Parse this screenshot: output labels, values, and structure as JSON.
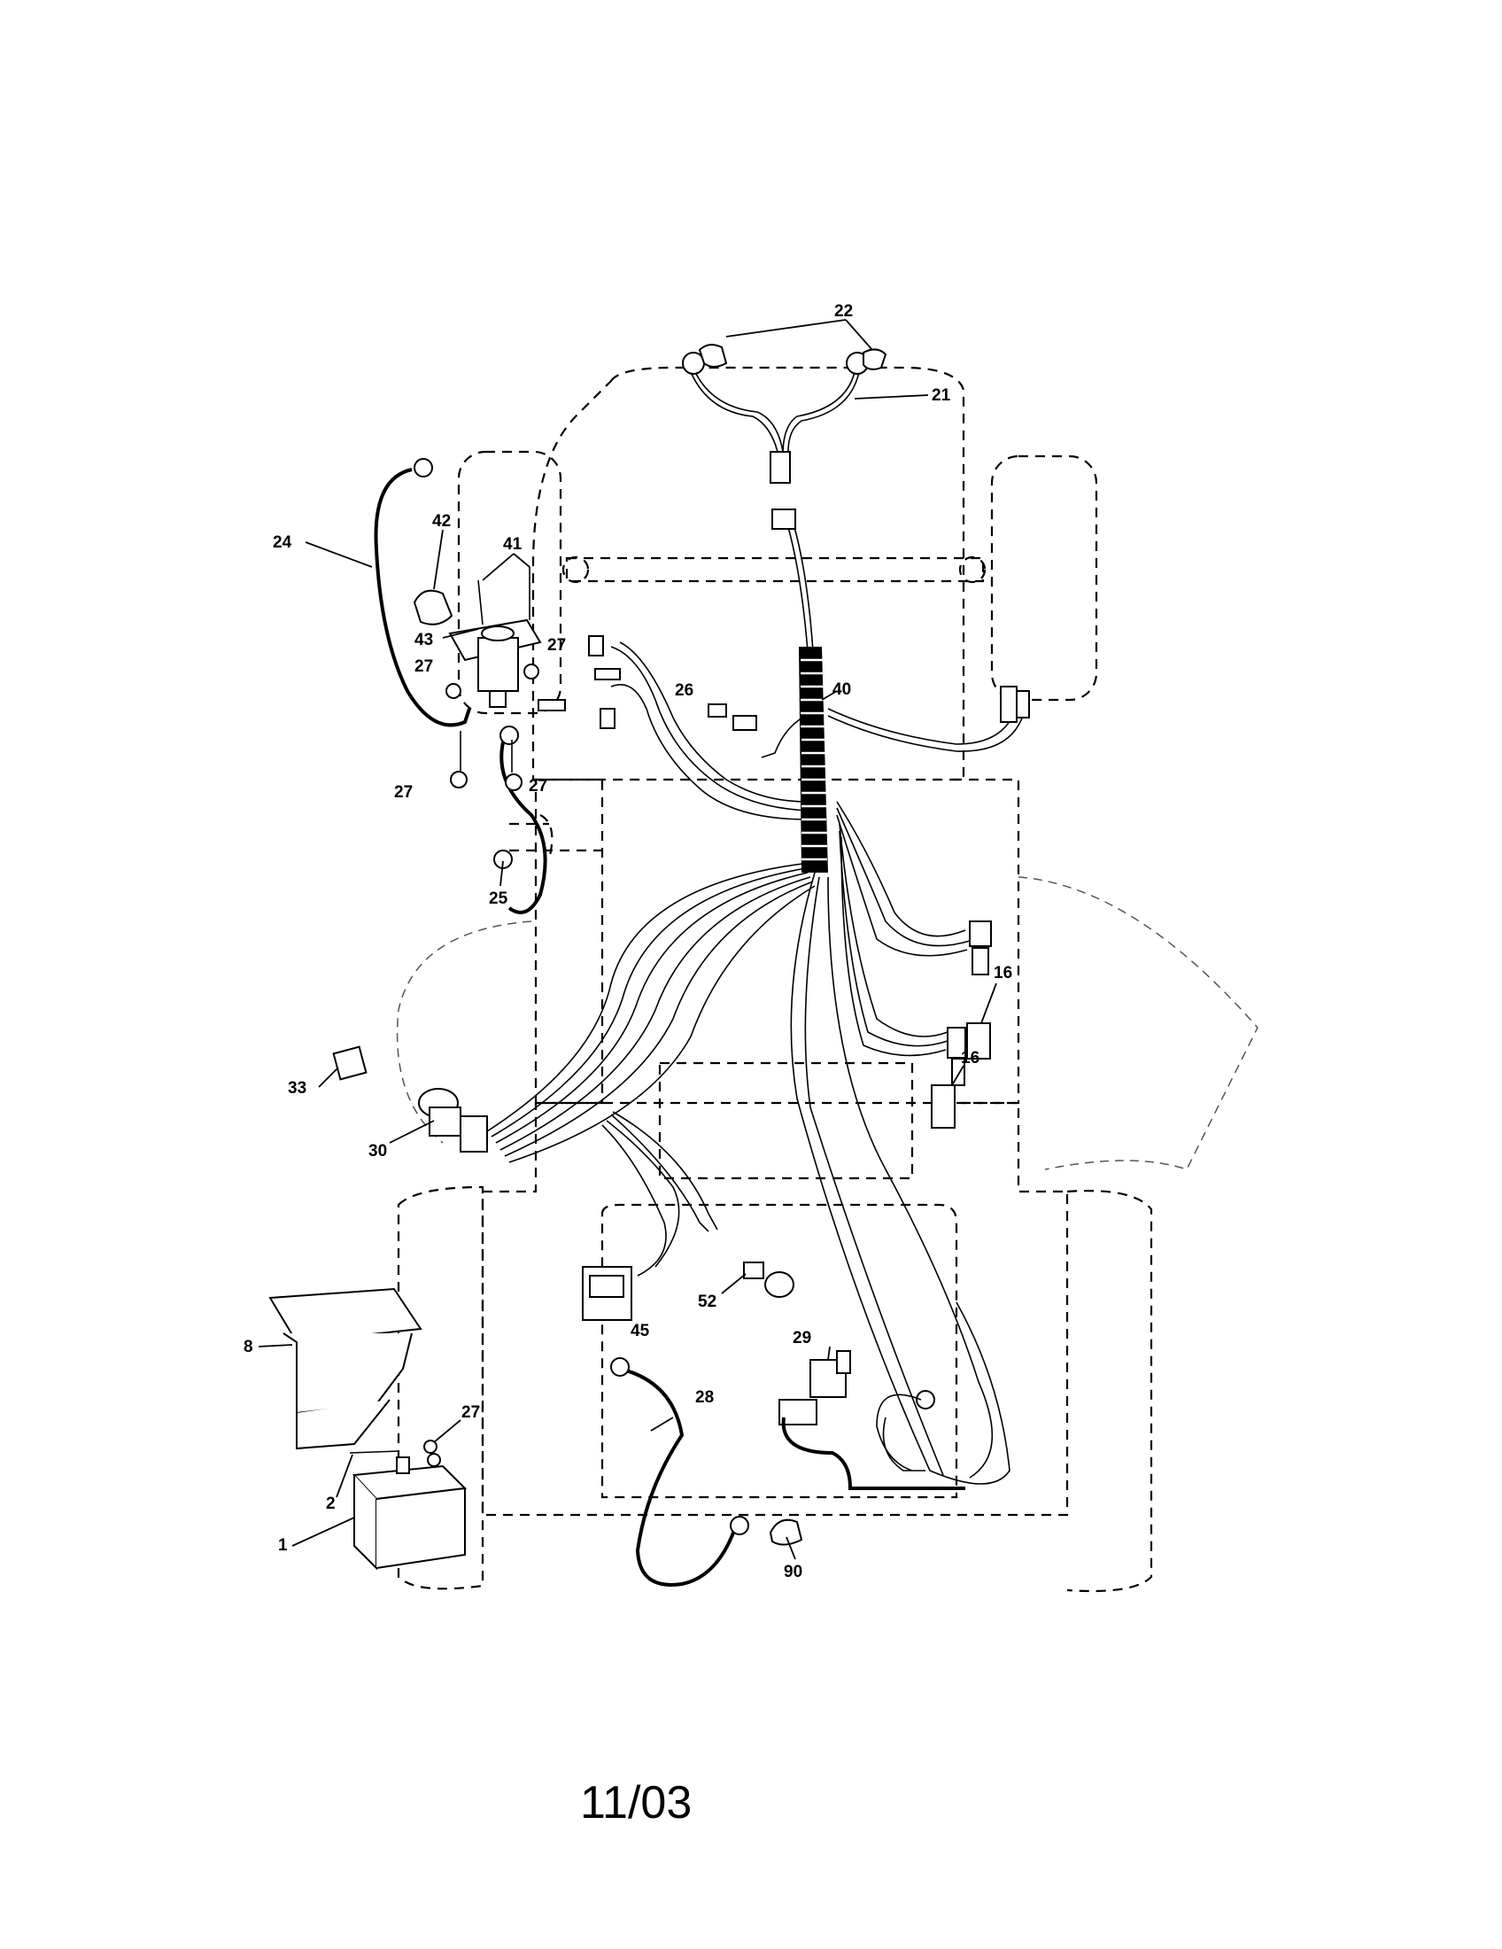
{
  "callouts": [
    {
      "id": "22",
      "text": "22"
    },
    {
      "id": "21",
      "text": "21"
    },
    {
      "id": "24",
      "text": "24"
    },
    {
      "id": "42",
      "text": "42"
    },
    {
      "id": "41",
      "text": "41"
    },
    {
      "id": "43",
      "text": "43"
    },
    {
      "id": "27a",
      "text": "27"
    },
    {
      "id": "27b",
      "text": "27"
    },
    {
      "id": "27c",
      "text": "27"
    },
    {
      "id": "27d",
      "text": "27"
    },
    {
      "id": "26",
      "text": "26"
    },
    {
      "id": "40",
      "text": "40"
    },
    {
      "id": "25",
      "text": "25"
    },
    {
      "id": "16a",
      "text": "16"
    },
    {
      "id": "16b",
      "text": "16"
    },
    {
      "id": "33",
      "text": "33"
    },
    {
      "id": "30",
      "text": "30"
    },
    {
      "id": "52",
      "text": "52"
    },
    {
      "id": "45",
      "text": "45"
    },
    {
      "id": "29",
      "text": "29"
    },
    {
      "id": "8",
      "text": "8"
    },
    {
      "id": "28",
      "text": "28"
    },
    {
      "id": "27e",
      "text": "27"
    },
    {
      "id": "2",
      "text": "2"
    },
    {
      "id": "1",
      "text": "1"
    },
    {
      "id": "90",
      "text": "90"
    }
  ],
  "footer": {
    "date_code": "11/03"
  }
}
